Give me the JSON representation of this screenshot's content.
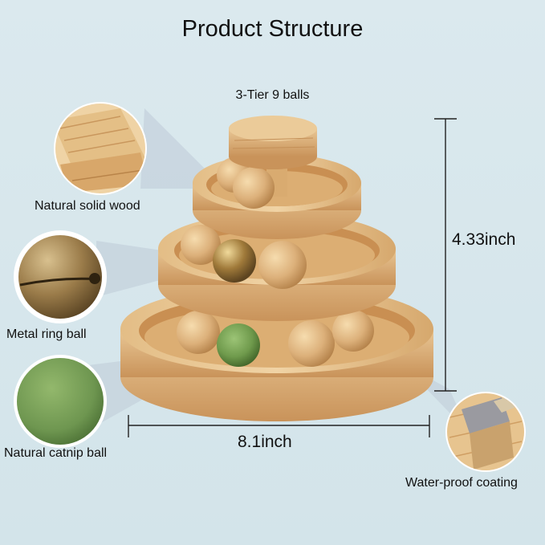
{
  "header": {
    "title": "Product Structure",
    "subtitle": "3-Tier 9 balls"
  },
  "callouts": [
    {
      "id": "wood",
      "label": "Natural solid wood"
    },
    {
      "id": "metal",
      "label": "Metal ring ball"
    },
    {
      "id": "catnip",
      "label": "Natural catnip ball"
    },
    {
      "id": "coating",
      "label": "Water-proof coating"
    }
  ],
  "dimensions": {
    "height": "4.33inch",
    "width": "8.1inch"
  },
  "colors": {
    "background": "#d6e6ec",
    "wood_light": "#e9c795",
    "wood_mid": "#d9ad72",
    "wood_dark": "#b98449",
    "metal_ball": "#a07a3a",
    "catnip_ball": "#6f9a4c"
  }
}
